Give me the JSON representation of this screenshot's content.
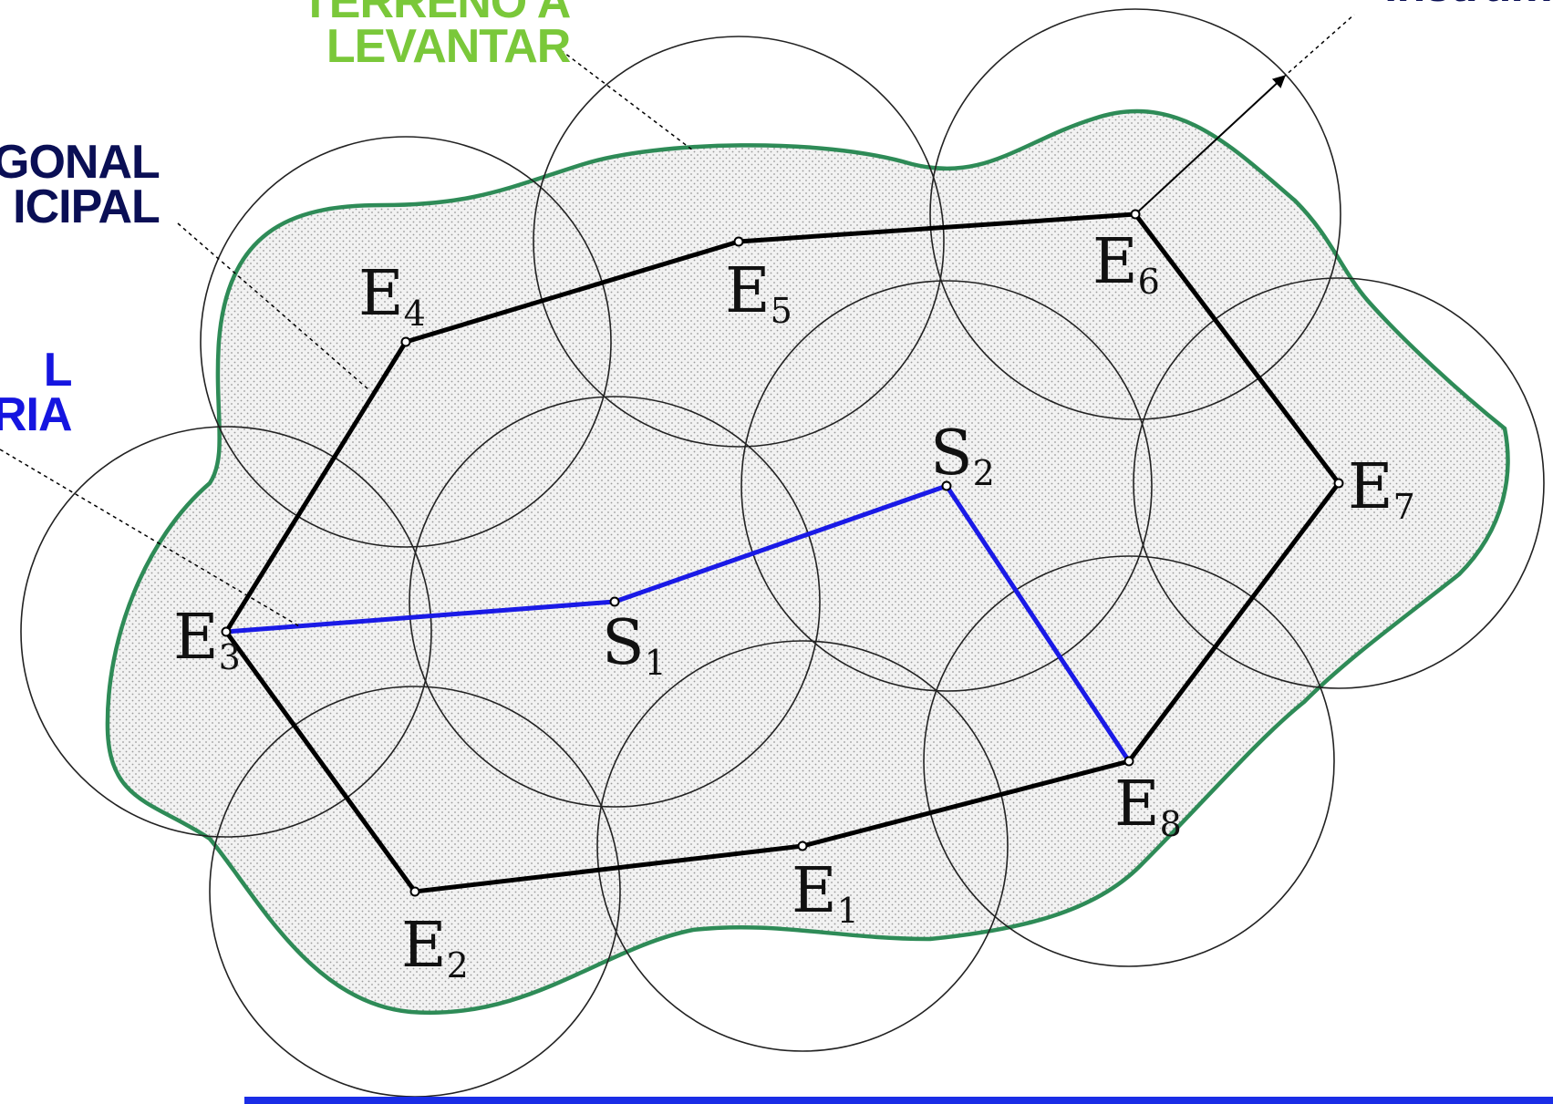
{
  "labels": {
    "terreno": [
      "TERRENO A",
      "LEVANTAR"
    ],
    "principal": [
      "GONAL",
      "ICIPAL"
    ],
    "secundaria": [
      "L",
      "RIA"
    ],
    "instrument": "instrum"
  },
  "stations": {
    "E1": {
      "letter": "E",
      "sub": "1"
    },
    "E2": {
      "letter": "E",
      "sub": "2"
    },
    "E3": {
      "letter": "E",
      "sub": "3"
    },
    "E4": {
      "letter": "E",
      "sub": "4"
    },
    "E5": {
      "letter": "E",
      "sub": "5"
    },
    "E6": {
      "letter": "E",
      "sub": "6"
    },
    "E7": {
      "letter": "E",
      "sub": "7"
    },
    "E8": {
      "letter": "E",
      "sub": "8"
    },
    "S1": {
      "letter": "S",
      "sub": "1"
    },
    "S2": {
      "letter": "S",
      "sub": "2"
    }
  },
  "colors": {
    "terrain_outline": "#2e8b57",
    "terrain_fill": "#eeeeee",
    "principal_traverse": "#000000",
    "secondary_traverse": "#1a1ae6",
    "circle": "#222222",
    "bottom_rule": "#1a2de6"
  }
}
